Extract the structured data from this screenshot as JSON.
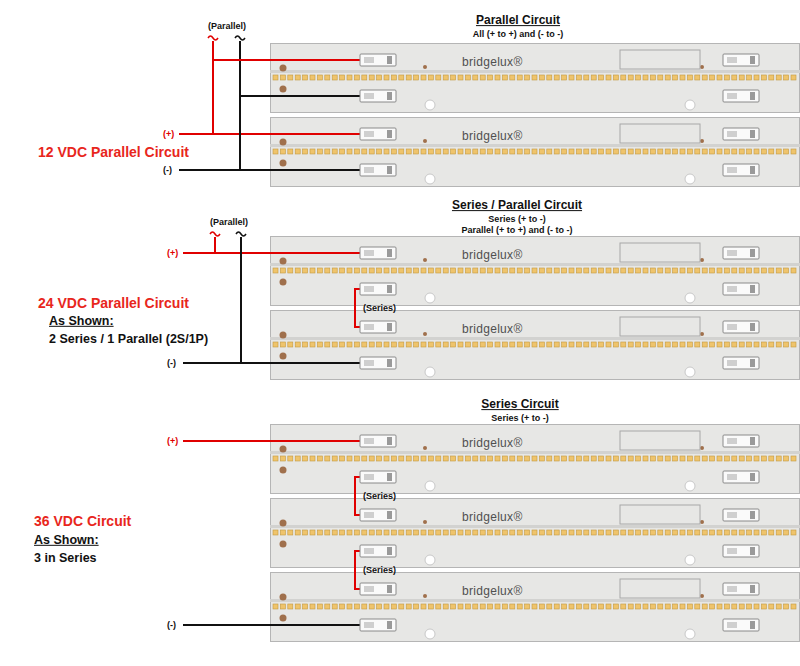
{
  "diagram": {
    "nodes": [
      {
        "text": [
          "bridgelux®"
        ]
      },
      {
        "text": [
          "bridgelux®"
        ]
      },
      {
        "text": [
          "bridgelux®"
        ]
      },
      {
        "text": [
          "bridgelux®"
        ]
      },
      {
        "text": [
          "bridgelux®"
        ]
      },
      {
        "text": [
          "bridgelux®"
        ]
      },
      {
        "text": [
          "bridgelux®"
        ]
      }
    ],
    "edges": [
      {
        "from": 0,
        "to": 1,
        "arrow": "none"
      },
      {
        "from": 0,
        "to": 1,
        "arrow": "none"
      },
      {
        "from": 2,
        "to": 3,
        "label": "(Series)",
        "arrow": "none"
      },
      {
        "from": 4,
        "to": 5,
        "label": "(Series)",
        "arrow": "none"
      },
      {
        "from": 5,
        "to": 6,
        "label": "(Series)",
        "arrow": "none"
      }
    ],
    "labels": [
      "(Parallel)",
      "Parallel Circuit",
      "All (+ to +) and (- to -)",
      "(+)",
      "12 VDC Parallel Circuit",
      "(-)",
      "(Parallel)",
      "Series / Parallel Circuit",
      "Series (+ to -)",
      "Parallel (+ to +) and (- to -)",
      "(+)",
      "24 VDC Parallel Circuit",
      "As Shown:",
      "2 Series / 1 Parallel (2S/1P)",
      "(-)",
      "Series Circuit",
      "Series (+ to -)",
      "(+)",
      "36 VDC Circuit",
      "As Shown:",
      "3 in Series",
      "(-)"
    ]
  }
}
